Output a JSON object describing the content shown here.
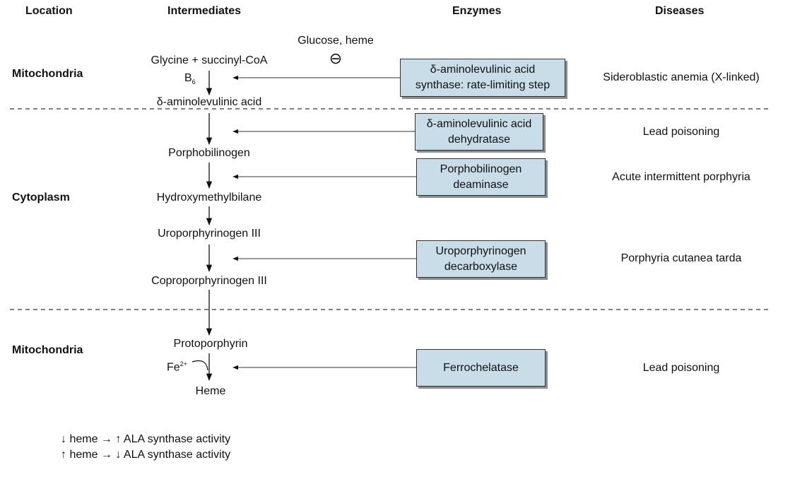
{
  "headers": {
    "location": "Location",
    "intermediates": "Intermediates",
    "enzymes": "Enzymes",
    "diseases": "Diseases"
  },
  "locations": {
    "mito1": "Mitochondria",
    "cyto": "Cytoplasm",
    "mito2": "Mitochondria"
  },
  "regulator": {
    "label": "Glucose, heme",
    "symbol": "⊖"
  },
  "intermediates": {
    "glycine": "Glycine + succinyl-CoA",
    "b6": "B",
    "b6_sub": "6",
    "ala": "δ-aminolevulinic acid",
    "pbg": "Porphobilinogen",
    "hmb": "Hydroxymethylbilane",
    "uro": "Uroporphyrinogen III",
    "copro": "Coproporphyrinogen III",
    "proto": "Protoporphyrin",
    "fe": "Fe",
    "fe_sup": "2+",
    "heme": "Heme"
  },
  "enzymes": {
    "alas_1": "δ-aminolevulinic acid",
    "alas_2": "synthase: rate-limiting step",
    "alad_1": "δ-aminolevulinic acid",
    "alad_2": "dehydratase",
    "pbgd_1": "Porphobilinogen",
    "pbgd_2": "deaminase",
    "urod_1": "Uroporphyrinogen",
    "urod_2": "decarboxylase",
    "fech": "Ferrochelatase"
  },
  "diseases": {
    "sideroblastic": "Sideroblastic anemia (X-linked)",
    "lead1": "Lead poisoning",
    "aip": "Acute intermittent porphyria",
    "pct": "Porphyria cutanea tarda",
    "lead2": "Lead poisoning"
  },
  "notes": {
    "line1": "↓ heme → ↑ ALA synthase activity",
    "line2": "↑ heme → ↓ ALA synthase activity"
  },
  "colors": {
    "enzyme_box": "#c9dde8",
    "enzyme_shadow": "#8c8c8c"
  }
}
